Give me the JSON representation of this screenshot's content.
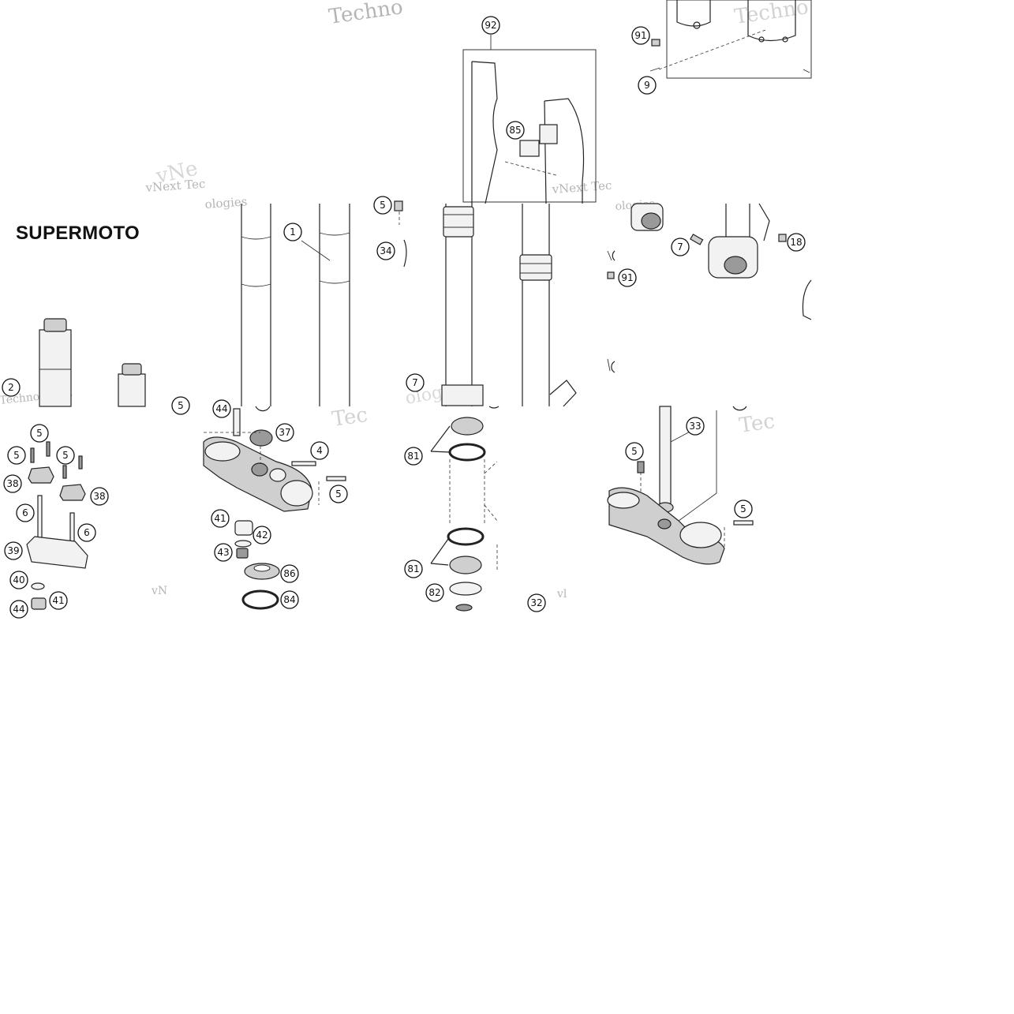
{
  "title": "SUPERMOTO",
  "watermarks": [
    "Techno",
    "vNext Tec",
    "ologies",
    "Technologies",
    "vNe",
    "vN",
    "vl",
    "Tec",
    "vNext Tec",
    "Techno"
  ],
  "callouts": [
    "92",
    "91",
    "9",
    "85",
    "1",
    "5",
    "34",
    "7",
    "18",
    "91",
    "2",
    "5",
    "7",
    "44",
    "37",
    "4",
    "5",
    "5",
    "5",
    "5",
    "38",
    "38",
    "6",
    "6",
    "39",
    "40",
    "41",
    "44",
    "41",
    "42",
    "43",
    "86",
    "84",
    "81",
    "81",
    "82",
    "32",
    "33",
    "5",
    "5"
  ]
}
